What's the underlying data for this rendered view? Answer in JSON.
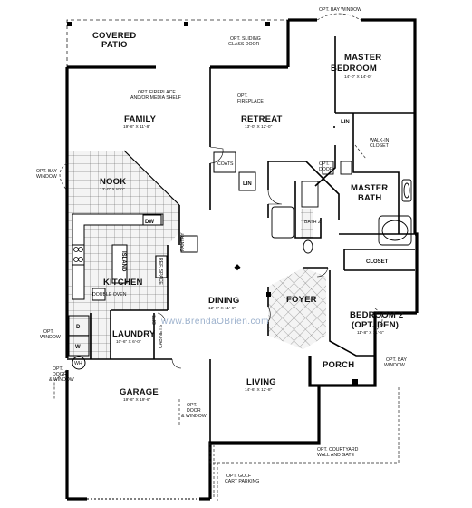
{
  "watermark": "www.BrendaOBrien.com",
  "rooms": {
    "covered_patio": {
      "name_line1": "COVERED",
      "name_line2": "PATIO"
    },
    "master_bedroom": {
      "name_line1": "MASTER",
      "name_line2": "BEDROOM",
      "dims": "14'-0\" X 14'-0\""
    },
    "family": {
      "name": "FAMILY",
      "dims": "19'-6\" X 11'-8\""
    },
    "retreat": {
      "name": "RETREAT",
      "dims": "13'-0\" X 12'-0\""
    },
    "nook": {
      "name": "NOOK",
      "dims": "13'-0\" X 8'-0\""
    },
    "walk_in_closet": {
      "name_line1": "WALK-IN",
      "name_line2": "CLOSET"
    },
    "master_bath": {
      "name_line1": "MASTER",
      "name_line2": "BATH"
    },
    "kitchen": {
      "name": "KITCHEN"
    },
    "dining": {
      "name": "DINING",
      "dims": "12'-6\" X 11'-6\""
    },
    "foyer": {
      "name": "FOYER"
    },
    "bedroom2": {
      "name_line1": "BEDROOM 2",
      "name_line2": "(OPT. DEN)",
      "dims": "11'-8\" X 11'-6\""
    },
    "laundry": {
      "name": "LAUNDRY",
      "dims": "10'-6\" X 6'-0\""
    },
    "living": {
      "name": "LIVING",
      "dims": "14'-6\" X 12'-8\""
    },
    "porch": {
      "name": "PORCH"
    },
    "garage": {
      "name": "GARAGE",
      "dims": "19'-6\" X 19'-6\""
    }
  },
  "labels": {
    "lin_master": "LIN",
    "lin_hall": "LIN",
    "coats": "COATS",
    "bath2": "BATH 2",
    "closet": "CLOSET",
    "dw": "DW",
    "island": "ISLAND",
    "pantry": "PANTRY",
    "refrig": "REF. SPACE",
    "double_oven": "DOUBLE OVEN",
    "opt_cabinets_line1": "OPT.",
    "opt_cabinets_line2": "CABINETS",
    "d": "D",
    "w": "W",
    "wh": "WH"
  },
  "notes": {
    "opt_bay_window_top": "OPT. BAY WINDOW",
    "opt_sliding_line1": "OPT. SLIDING",
    "opt_sliding_line2": "GLASS DOOR",
    "opt_fireplace_family_line1": "OPT. FIREPLACE",
    "opt_fireplace_family_line2": "AND/OR MEDIA SHELF",
    "opt_fireplace_retreat_line1": "OPT.",
    "opt_fireplace_retreat_line2": "FIREPLACE",
    "opt_door_master_line1": "OPT.",
    "opt_door_master_line2": "DOOR",
    "opt_bay_window_left_line1": "OPT. BAY",
    "opt_bay_window_left_line2": "WINDOW",
    "opt_window_line1": "OPT.",
    "opt_window_line2": "WINDOW",
    "opt_door_window_left_line1": "OPT.",
    "opt_door_window_left_line2": "DOOR",
    "opt_door_window_left_line3": "& WINDOW",
    "opt_door_window_garage_line1": "OPT.",
    "opt_door_window_garage_line2": "DOOR",
    "opt_door_window_garage_line3": "& WINDOW",
    "opt_bay_window_right_line1": "OPT. BAY",
    "opt_bay_window_right_line2": "WINDOW",
    "opt_courtyard_line1": "OPT. COURTYARD",
    "opt_courtyard_line2": "WALL AND GATE",
    "opt_golf_line1": "OPT. GOLF",
    "opt_golf_line2": "CART PARKING"
  }
}
